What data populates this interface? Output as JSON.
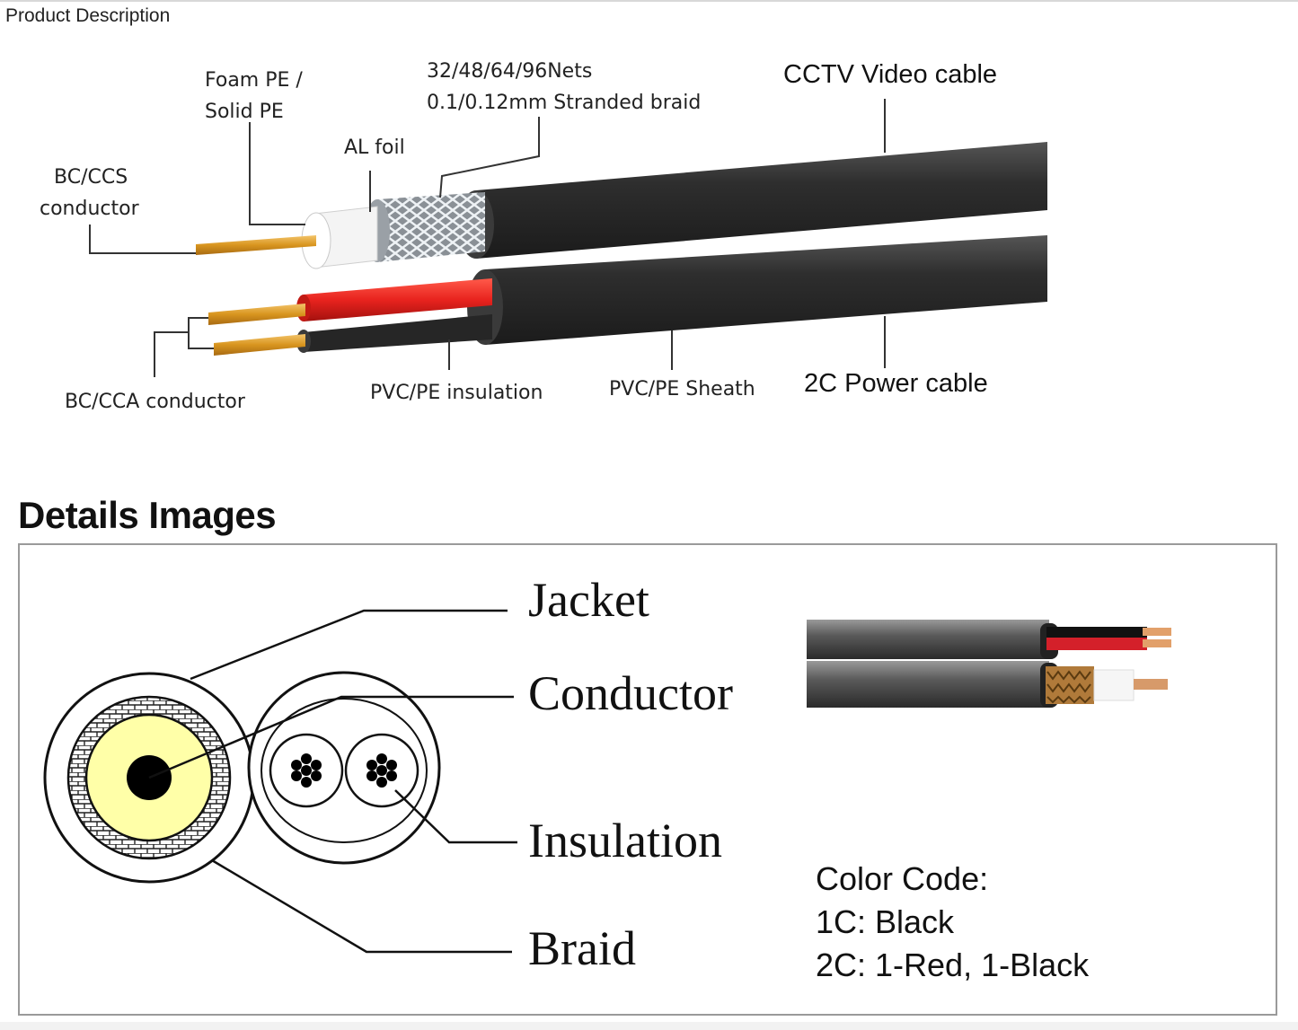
{
  "header": {
    "title": "Product Description"
  },
  "top_diagram": {
    "labels": {
      "foam": [
        "Foam PE /",
        "Solid PE"
      ],
      "nets": [
        "32/48/64/96Nets",
        "0.1/0.12mm Stranded braid"
      ],
      "cctv": "CCTV Video cable",
      "al_foil": "AL foil",
      "bc_ccs": [
        "BC/CCS",
        "conductor"
      ],
      "bc_cca": "BC/CCA conductor",
      "pvc_insulation": "PVC/PE insulation",
      "pvc_sheath": "PVC/PE Sheath",
      "power": "2C Power cable"
    },
    "colors": {
      "sheath": "#2b2b2b",
      "red": "#e8231e",
      "copper": "#d79a2a",
      "foam": "#f4f4f4"
    }
  },
  "details": {
    "title": "Details Images",
    "cross_section_labels": {
      "jacket": "Jacket",
      "conductor": "Conductor",
      "insulation": "Insulation",
      "braid": "Braid"
    },
    "color_code": {
      "title": "Color Code:",
      "line1": "1C: Black",
      "line2": "2C: 1-Red, 1-Black"
    }
  }
}
